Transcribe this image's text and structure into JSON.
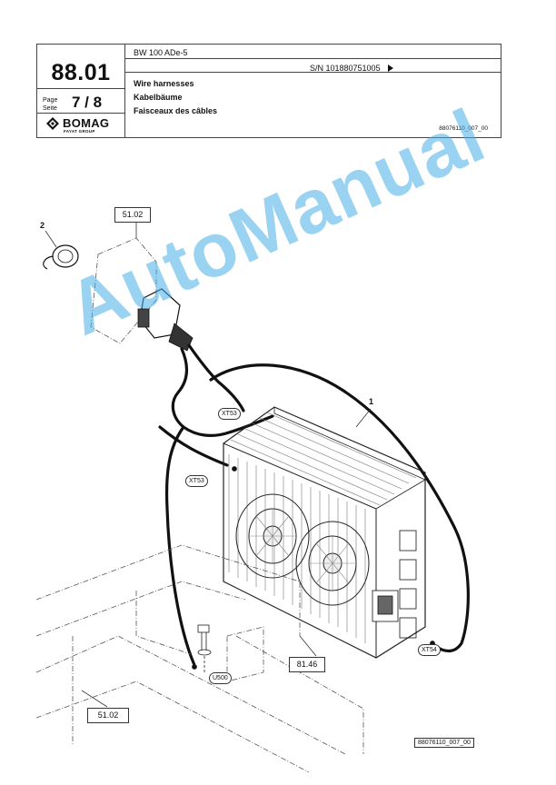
{
  "header": {
    "section_number": "88.01",
    "page_label_en": "Page",
    "page_label_de": "Seite",
    "page_value": "7 / 8",
    "brand": "BOMAG",
    "brand_sub": "FAYAT GROUP",
    "model": "BW 100 ADe-5",
    "serial": "S/N 101880751005",
    "title_en": "Wire harnesses",
    "title_de": "Kabelbäume",
    "title_fr": "Faisceaux des câbles",
    "doc_code": "88076110_007_00"
  },
  "drawing": {
    "ref_top": "51.02",
    "ref_bottom": "51.02",
    "ref_right": "81.46",
    "callout_1": "1",
    "callout_2": "2",
    "tag_xt53_upper": "XT53",
    "tag_xt53_lower": "XT53",
    "tag_xt54": "XT54",
    "tag_u500": "U500",
    "figure_code": "88076110_007_00"
  },
  "watermark": "AutoManual",
  "colors": {
    "watermark": "#46afe6",
    "line": "#111111"
  }
}
